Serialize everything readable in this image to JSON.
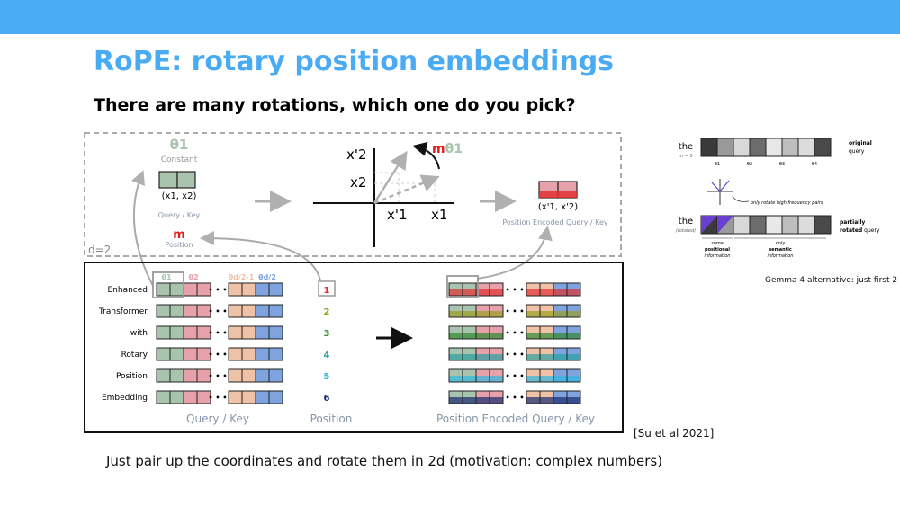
{
  "slide": {
    "title": "RoPE: rotary position embeddings",
    "subtitle": "There are many rotations, which one do you pick?",
    "citation": "[Su et al 2021]",
    "caption": "Just pair up the coordinates and rotate them in 2d (motivation: complex numbers)",
    "side_note": "Gemma 4 alternative: just first 2"
  },
  "top_panel": {
    "theta_label": "θ1",
    "constant_label": "Constant",
    "pair_label": "(x1, x2)",
    "query_key_label": "Query / Key",
    "m_label": "m",
    "position_label": "Position",
    "d_label": "d=2",
    "rotation_label_m": "m",
    "rotation_label_theta": "θ1",
    "axis_x2_prime": "x'2",
    "axis_x2": "x2",
    "axis_x1_prime": "x'1",
    "axis_x1": "x1",
    "encoded_pair_label": "(x'1, x'2)",
    "encoded_label": "Position Encoded Query / Key"
  },
  "bottom_panel": {
    "words": [
      "Enhanced",
      "Transformer",
      "with",
      "Rotary",
      "Position",
      "Embedding"
    ],
    "positions": [
      "1",
      "2",
      "3",
      "4",
      "5",
      "6"
    ],
    "position_colors": [
      "#e03030",
      "#9aa020",
      "#2f8a2f",
      "#2aa0a0",
      "#31b8e0",
      "#1b2a70"
    ],
    "theta_headers": [
      "θ1",
      "θ2",
      "θd/2-1",
      "θd/2"
    ],
    "ellipsis": "• • •",
    "query_key_label": "Query / Key",
    "position_label": "Position",
    "encoded_label": "Position Encoded Query / Key"
  },
  "gemma_panel": {
    "token": "the",
    "m_label": "m = 5",
    "original_label": "original",
    "original_sub": "query",
    "theta_labels": [
      "θ1",
      "θ2",
      "θ3",
      "θ4"
    ],
    "rotate_note": "only rotate high frequency pairs",
    "rotated_token": "the",
    "rotated_sub": "(rotated)",
    "partial_label_1": "partially",
    "partial_label_2": "rotated",
    "partial_label_3": "query",
    "some_label": "some",
    "positional_label": "positional",
    "information_label": "information",
    "only_label": "only",
    "semantic_label": "semantic",
    "information_label_2": "information"
  },
  "colors": {
    "accent": "#4aabf5",
    "q_green": "#a9c4ae",
    "q_pink": "#e6a1ab",
    "q_peach": "#efc1a7",
    "q_blue": "#7ea3df"
  }
}
